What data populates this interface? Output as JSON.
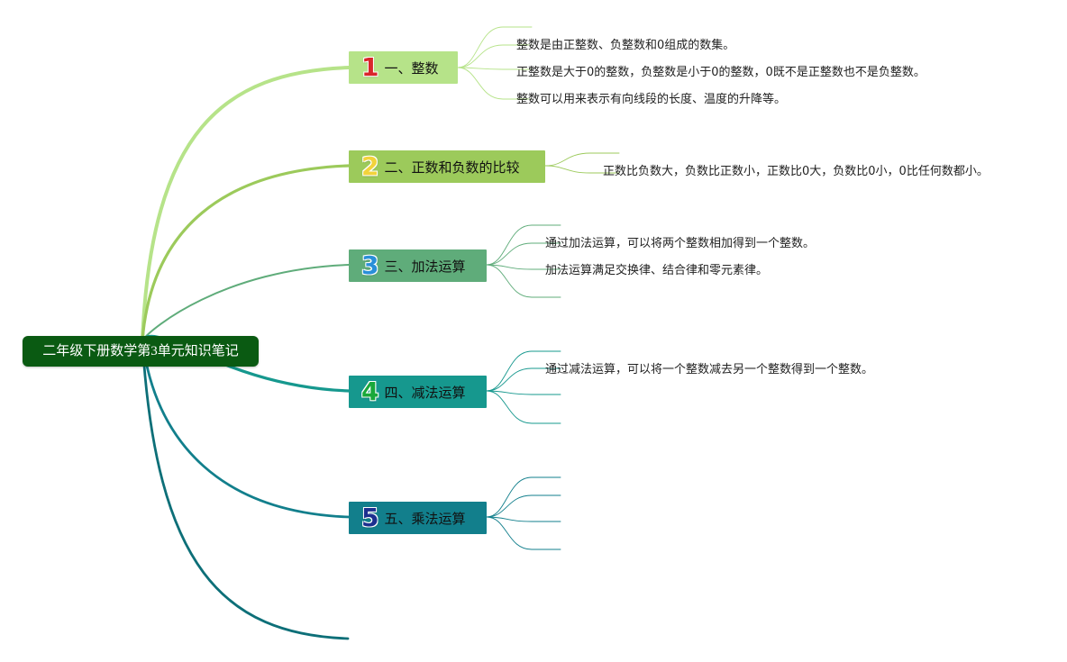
{
  "root": {
    "title": "二年级下册数学第3单元知识笔记"
  },
  "branches": [
    {
      "number": "1",
      "label": "一、整数",
      "color": "#b6e389",
      "number_color": "#d9262b",
      "notes": [
        "整数是由正整数、负整数和0组成的数集。",
        "正整数是大于0的整数，负整数是小于0的整数，0既不是正整数也不是负整数。",
        "整数可以用来表示有向线段的长度、温度的升降等。"
      ]
    },
    {
      "number": "2",
      "label": "二、正数和负数的比较",
      "color": "#9cca5b",
      "number_color": "#f2d33b",
      "notes": [
        "正数比负数大，负数比正数小，正数比0大，负数比0小，0比任何数都小。"
      ]
    },
    {
      "number": "3",
      "label": "三、加法运算",
      "color": "#5fac7a",
      "number_color": "#2a8fd8",
      "notes": [
        "通过加法运算，可以将两个整数相加得到一个整数。",
        "加法运算满足交换律、结合律和零元素律。"
      ]
    },
    {
      "number": "4",
      "label": "四、减法运算",
      "color": "#16988e",
      "number_color": "#1aa83a",
      "notes": [
        "通过减法运算，可以将一个整数减去另一个整数得到一个整数。"
      ]
    },
    {
      "number": "5",
      "label": "五、乘法运算",
      "color": "#127f8c",
      "number_color": "#1c2f8f",
      "notes": []
    }
  ],
  "extra_branch_color": "#0d6f78"
}
